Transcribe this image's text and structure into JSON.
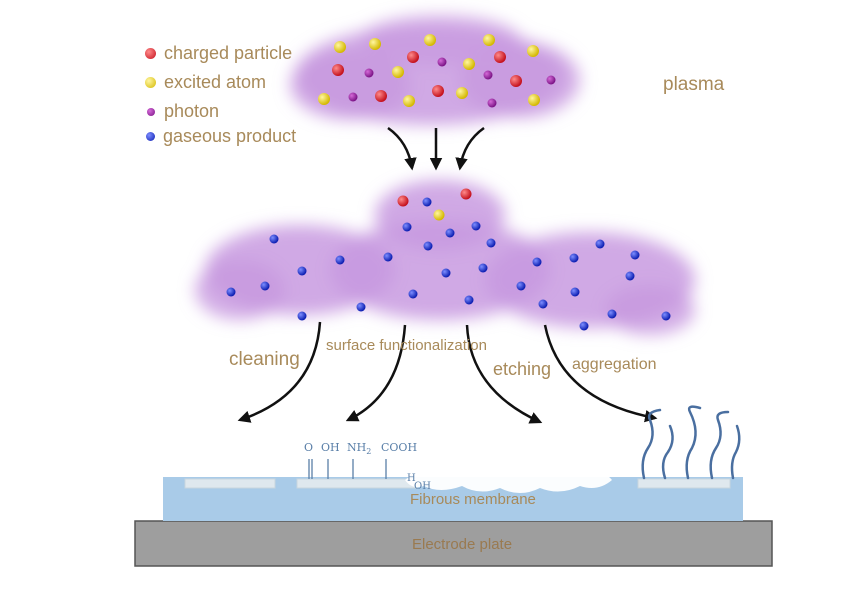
{
  "legend": [
    {
      "label": "charged particle",
      "color": "#d81e2a"
    },
    {
      "label": "excited atom",
      "color": "#e8d21e"
    },
    {
      "label": "photon",
      "color": "#9b1fa5"
    },
    {
      "label": "gaseous product",
      "color": "#1a2fd0"
    }
  ],
  "labels": {
    "plasma": "plasma",
    "cleaning": "cleaning",
    "surface_functionalization": "surface functionalization",
    "etching": "etching",
    "aggregation": "aggregation",
    "membrane": "Fibrous membrane",
    "electrode": "Electrode plate"
  },
  "chem": {
    "o": "O",
    "oh": "OH",
    "nh2": "NH",
    "nh2_sub": "2",
    "cooh": "COOH",
    "h": "H",
    "oh2": "OH"
  },
  "colors": {
    "plasma_cloud": "#c89ae0",
    "membrane": "#a9cbe8",
    "electrode": "#9e9e9e",
    "label_text": "#a88a5a",
    "arrow": "#111111"
  }
}
